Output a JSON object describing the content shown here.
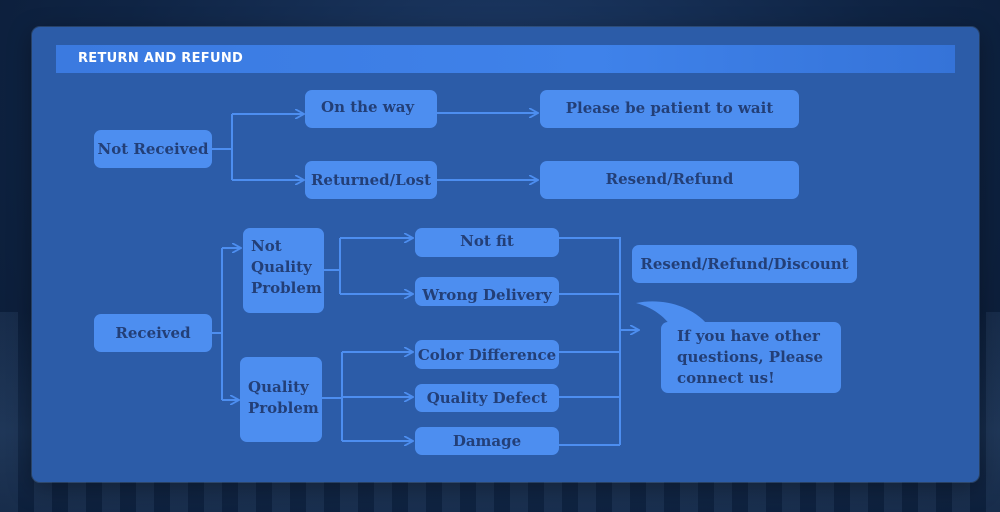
{
  "title": "RETURN AND REFUND",
  "nodes": {
    "not_received": "Not Received",
    "on_the_way": "On the way",
    "please_wait": "Please be patient to wait",
    "returned_lost": "Returned/Lost",
    "resend_refund": "Resend/Refund",
    "received": "Received",
    "not_quality_problem": "Not Quality Problem",
    "quality_problem": "Quality Problem",
    "not_fit": "Not fit",
    "wrong_delivery": "Wrong Delivery",
    "color_difference": "Color Difference",
    "quality_defect": "Quality Defect",
    "damage": "Damage",
    "resend_refund_discount": "Resend/Refund/Discount",
    "contact_note": "If you have other questions, Please connect us!"
  },
  "colors": {
    "panel": "#2c5ca8",
    "title_bar": "#3b7ae0",
    "node": "#4d8ef0",
    "node_text": "#233f77",
    "connector": "#4d8ef0"
  }
}
